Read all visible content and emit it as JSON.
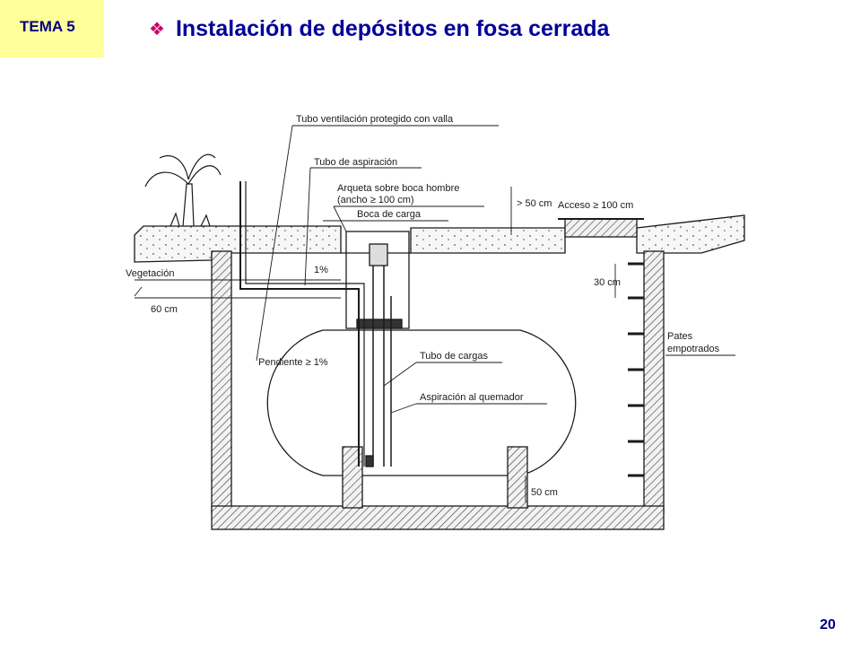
{
  "header": {
    "section_label": "TEMA 5",
    "title": "Instalación de depósitos en fosa cerrada",
    "bullet_icon": "diamond-bullet-icon"
  },
  "diagram": {
    "labels": {
      "vent_tube": "Tubo ventilación protegido con valla",
      "suction_tube": "Tubo de aspiración",
      "manhole_chamber_1": "Arqueta sobre boca hombre",
      "manhole_chamber_2": "(ancho ≥ 100 cm)",
      "gt_50": "> 50 cm",
      "loading_mouth": "Boca de carga",
      "access": "Acceso ≥ 100 cm",
      "vegetation": "Vegetación",
      "cm_60": "60 cm",
      "slope_pct": "1%",
      "cm_30": "30 cm",
      "slope_min": "Pendiente ≥ 1%",
      "loading_tube": "Tubo de cargas",
      "pates_1": "Pates",
      "pates_2": "empotrados",
      "burner_suction": "Aspiración al quemador",
      "cm_50": "50 cm"
    }
  },
  "footer": {
    "page_number": "20"
  },
  "colors": {
    "title": "#000099",
    "bullet": "#cc0066",
    "tema_bg": "#ffff99",
    "line": "#1a1a1a"
  }
}
